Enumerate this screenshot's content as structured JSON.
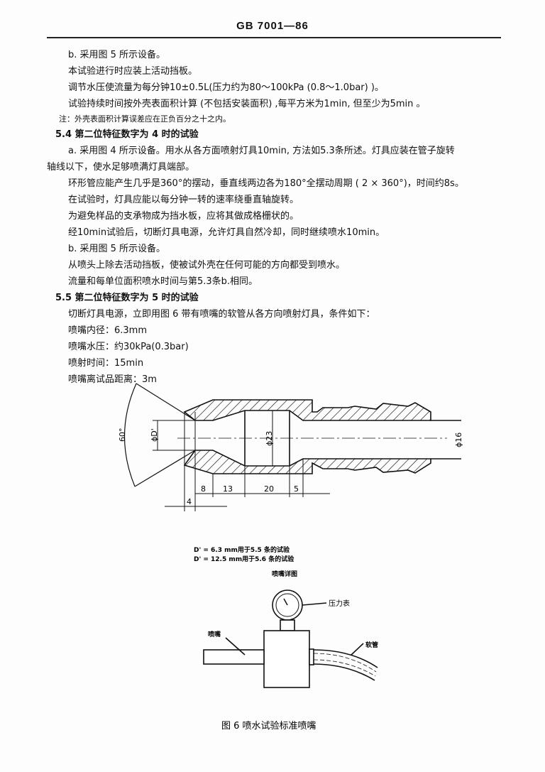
{
  "header": {
    "standard": "GB 7001—86"
  },
  "lines": [
    "b.  采用图 5 所示设备。",
    "本试验进行时应装上活动挡板。",
    "调节水压使流量为每分钟10±0.5L(压力约为80～100kPa (0.8～1.0bar) )。",
    "试验持续时间按外壳表面积计算 (不包括安装面积) ,每平方米为1min, 但至少为5min 。",
    "注：外壳表面积计算误差应在正负百分之十之内。",
    "5.4  第二位特征数字为 4 时的试验",
    "a.  采用图 4 所示设备。用水从各方面喷射灯具10min, 方法如5.3条所述。灯具应装在管子旋转",
    "轴线以下，使水足够喷满灯具端部。",
    "环形管应能产生几乎是360°的摆动，垂直线两边各为180°全摆动周期 ( 2 × 360°)，时间约8s。",
    "在试验时，灯具应能以每分钟一转的速率绕垂直轴旋转。",
    "为避免样品的支承物成为挡水板，应将其做成格栅状的。",
    "经10min试验后，切断灯具电源，允许灯具自然冷却，同时继续喷水10min。",
    "b.  采用图 5 所示设备。",
    "从喷头上除去活动挡板，使被试外壳在任何可能的方向都受到喷水。",
    "流量和每单位面积喷水时间与第5.3条b.相同。",
    "5.5  第二位特征数字为 5 时的试验",
    "切断灯具电源，立即用图 6 带有喷嘴的软管从各方向喷射灯具，条件如下：",
    "喷嘴内径：6.3mm",
    "喷嘴水压：约30kPa(0.3bar)",
    "喷射时间：15min",
    "喷嘴离试品距离：3m"
  ],
  "figure": {
    "angle": "60°",
    "dia_d": "ϕD'",
    "dia_23": "ϕ23",
    "dia_16": "ϕ16",
    "dims": [
      "8",
      "13",
      "20",
      "5",
      "4"
    ],
    "legend": [
      "D' = 6.3 mm用于5.5 条的试验",
      "D' = 12.5 mm用于5.6 条的试验"
    ],
    "detail_title": "喷嘴详图",
    "label_gauge": "压力表",
    "label_nozzle": "喷嘴",
    "label_hose": "软管",
    "caption": "图 6   喷水试验标准喷嘴"
  }
}
